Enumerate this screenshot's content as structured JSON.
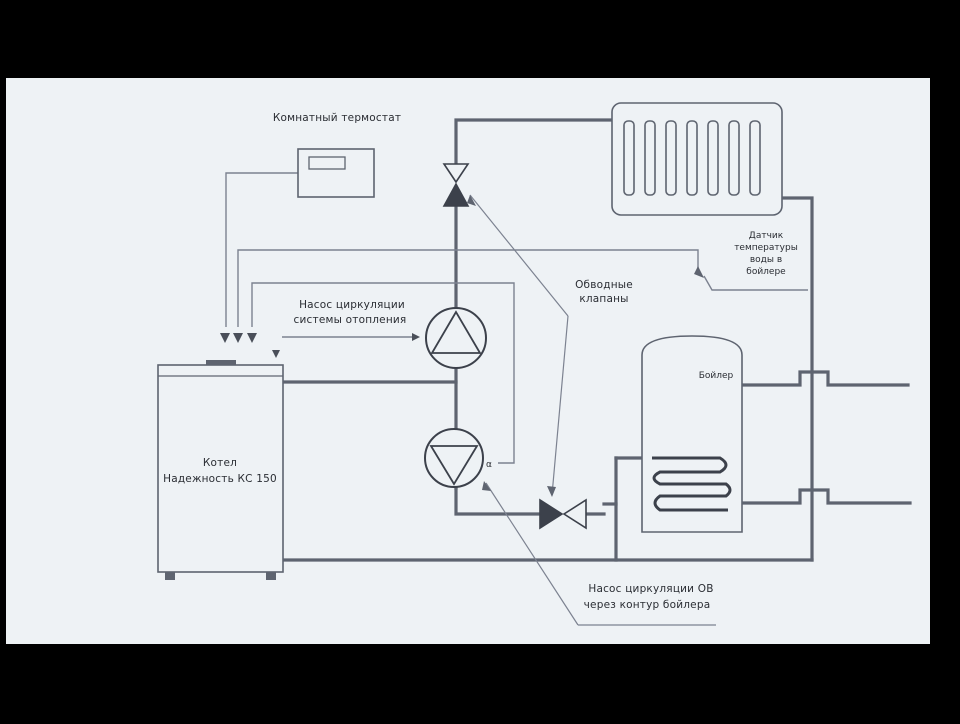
{
  "labels": {
    "room_thermostat": "Комнатный термостат",
    "heating_pump": [
      "Насос циркуляции",
      "системы отопления"
    ],
    "three_way_valves": [
      "Обводные",
      "клапаны"
    ],
    "tank_sensor": [
      "Датчик",
      "температуры",
      "воды в",
      "бойлере"
    ],
    "boiler_tank": "Бойлер",
    "boiler": [
      "Котел",
      "Надежность КС 150"
    ],
    "dhw_pump": [
      "Насос циркуляции ОВ",
      "через контур бойлера"
    ]
  },
  "colors": {
    "page_background": "#000000",
    "sheet": "#eef2f5",
    "pipe": "#5e6470",
    "wire": "#7c8290",
    "text": "#2a2d33"
  },
  "icons": [
    "radiator-icon",
    "pump-icon",
    "valve-icon",
    "thermostat-icon",
    "sensor-icon",
    "coil-icon"
  ]
}
